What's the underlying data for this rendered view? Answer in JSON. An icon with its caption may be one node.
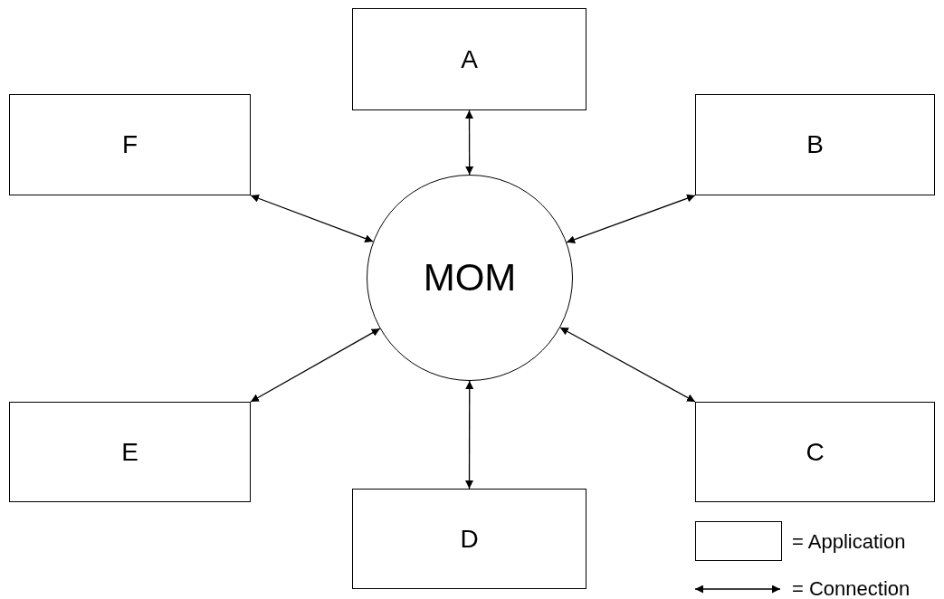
{
  "diagram": {
    "nodes": [
      {
        "text": [
          "A"
        ]
      },
      {
        "text": [
          "F"
        ]
      },
      {
        "text": [
          "B"
        ]
      },
      {
        "text": [
          "MOM"
        ]
      },
      {
        "text": [
          "E"
        ]
      },
      {
        "text": [
          "C"
        ]
      },
      {
        "text": [
          "D"
        ]
      }
    ],
    "edges": [
      {
        "from": 3,
        "to": 0,
        "arrow": "both"
      },
      {
        "from": 3,
        "to": 2,
        "arrow": "both"
      },
      {
        "from": 3,
        "to": 5,
        "arrow": "both"
      },
      {
        "from": 3,
        "to": 6,
        "arrow": "both"
      },
      {
        "from": 3,
        "to": 4,
        "arrow": "both"
      },
      {
        "from": 3,
        "to": 1,
        "arrow": "both"
      }
    ],
    "legend": [
      {
        "text": "= Application"
      },
      {
        "text": "= Connection"
      }
    ]
  }
}
